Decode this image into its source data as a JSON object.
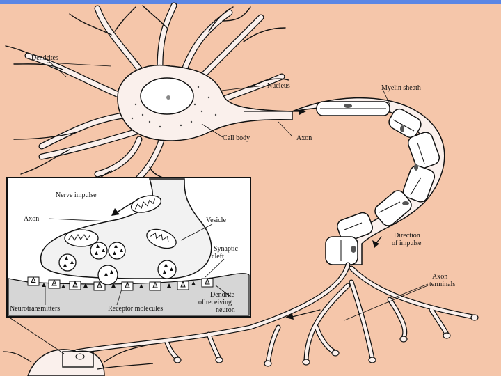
{
  "labels": {
    "dendrites": "Dendrites",
    "nucleus": "Nucleus",
    "myelin_sheath": "Myelin sheath",
    "cell_body": "Cell body",
    "axon": "Axon",
    "direction_line1": "Direction",
    "direction_line2": "of impulse",
    "axon_terminals_line1": "Axon",
    "axon_terminals_line2": "terminals"
  },
  "inset": {
    "nerve_impulse": "Nerve impulse",
    "axon": "Axon",
    "vesicle": "Vesicle",
    "synaptic_line1": "Synaptic",
    "synaptic_line2": "cleft",
    "neurotransmitters": "Neurotransmitters",
    "receptor_molecules": "Receptor molecules",
    "dendrite_line1": "Dendrite",
    "dendrite_line2": "of receiving",
    "dendrite_line3": "neuron"
  },
  "colors": {
    "background": "#F5C6AA",
    "neuron_fill": "#FAF0EC",
    "inset_fill": "#FFFFFF",
    "ink": "#111111",
    "top_bar": "#5B86E5"
  }
}
